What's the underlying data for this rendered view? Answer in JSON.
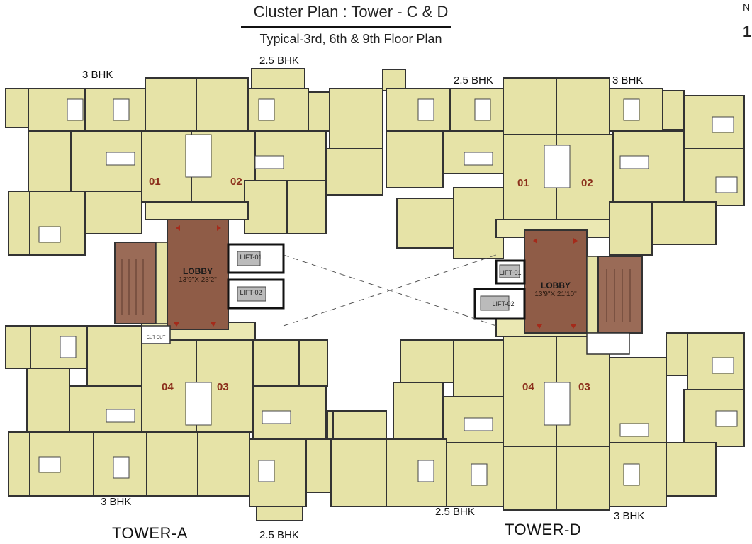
{
  "header": {
    "title": "Cluster Plan : Tower - C & D",
    "subtitle": "Typical-3rd, 6th & 9th Floor Plan",
    "edge_marks": [
      "N",
      "1"
    ]
  },
  "flat_labels": {
    "a_top_left": "3 BHK",
    "a_top_center": "2.5 BHK",
    "d_top_center": "2.5 BHK",
    "d_top_right": "3 BHK",
    "a_bottom_left": "3 BHK",
    "a_bottom_center": "2.5 BHK",
    "d_bottom_center": "2.5 BHK",
    "d_bottom_right": "3 BHK"
  },
  "towers": {
    "a": {
      "name": "TOWER-A",
      "units": [
        "01",
        "02",
        "03",
        "04"
      ],
      "lobby": {
        "title": "LOBBY",
        "size": "13'9\"X 23'2\""
      },
      "lifts": [
        "LIFT-01",
        "LIFT-02"
      ],
      "cutout": "CUT OUT"
    },
    "d": {
      "name": "TOWER-D",
      "units": [
        "01",
        "02",
        "03",
        "04"
      ],
      "lobby": {
        "title": "LOBBY",
        "size": "13'9\"X 21'10\""
      },
      "lifts": [
        "LIFT-01",
        "LIFT-02"
      ]
    }
  },
  "colors": {
    "room": "#e6e3a7",
    "wall": "#333333",
    "lobby": "#8f5c47",
    "stair": "#9a6b57",
    "balcony": "#e9e6b2",
    "unit_number": "#8b2f1c"
  }
}
